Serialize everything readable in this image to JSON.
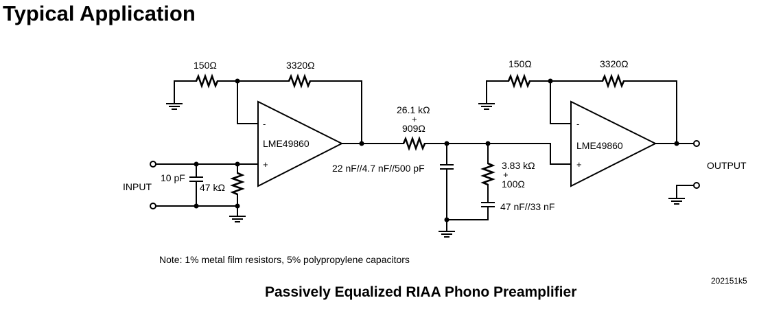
{
  "heading": "Typical Application",
  "caption": "Passively Equalized RIAA Phono Preamplifier",
  "note": "Note: 1% metal film resistors, 5% polypropylene capacitors",
  "doc_id": "202151k5",
  "ports": {
    "input": "INPUT",
    "output": "OUTPUT"
  },
  "stage1": {
    "opamp": "LME49860",
    "r_ground": "150Ω",
    "r_feedback": "3320Ω",
    "c_input": "10 pF",
    "r_input": "47 kΩ",
    "minus": "-",
    "plus": "+"
  },
  "equalizer": {
    "r_series_a": "26.1 kΩ",
    "r_series_plus": "+",
    "r_series_b": "909Ω",
    "c_shunt": "22 nF//4.7 nF//500 pF",
    "r_shunt_a": "3.83 kΩ",
    "r_shunt_plus": "+",
    "r_shunt_b": "100Ω",
    "c_shunt2": "47 nF//33 nF"
  },
  "stage2": {
    "opamp": "LME49860",
    "r_ground": "150Ω",
    "r_feedback": "3320Ω",
    "minus": "-",
    "plus": "+"
  }
}
